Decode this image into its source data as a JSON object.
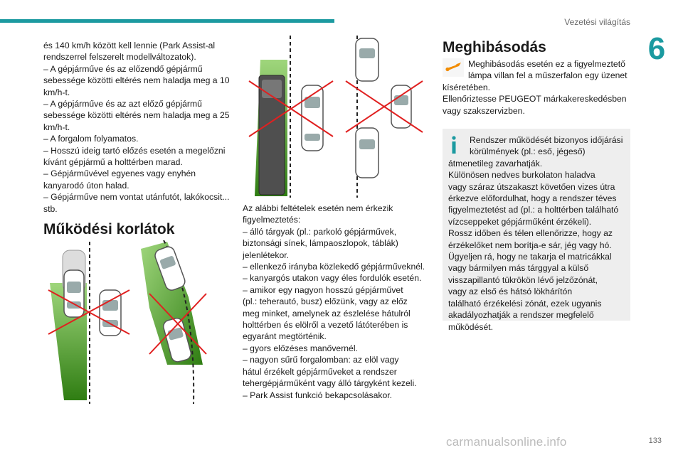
{
  "header": {
    "title": "Vezetési világítás",
    "chapter": "6"
  },
  "left": {
    "lines": [
      "és 140 km/h között kell lennie (Park Assist-al",
      "rendszerrel felszerelt modellváltozatok).",
      "– A gépjárműve és az előzendő gépjármű",
      "sebessége közötti eltérés nem haladja meg a 10",
      "km/h-t.",
      "– A gépjárműve és az azt előző gépjármű",
      "sebessége közötti eltérés nem haladja meg a 25",
      "km/h-t.",
      "– A forgalom folyamatos.",
      "– Hosszú ideig tartó előzés esetén a megelőzni",
      "kívánt gépjármű a holttérben marad.",
      "– Gépjárművével egyenes vagy enyhén",
      "kanyarodó úton halad.",
      "– Gépjárműve nem vontat utánfutót, lakókocsit...",
      "stb."
    ],
    "heading": "Működési korlátok"
  },
  "middle": {
    "lines": [
      "Az alábbi feltételek esetén nem érkezik",
      "figyelmeztetés:",
      "– álló tárgyak (pl.: parkoló gépjárművek,",
      "biztonsági sínek, lámpaoszlopok, táblák)",
      "jelenlétekor.",
      "– ellenkező irányba közlekedő gépjárműveknél.",
      "– kanyargós utakon vagy éles fordulók esetén.",
      "– amikor egy nagyon hosszú gépjárművet",
      "(pl.: teherautó, busz) előzünk, vagy az előz",
      "meg minket, amelynek az észlelése hátulról",
      "holttérben és elölről a vezető látóterében is",
      "egyaránt megtörténik.",
      "– gyors előzéses manővernél.",
      "– nagyon sűrű forgalomban: az elöl vagy",
      "hátul érzékelt gépjárműveket a rendszer",
      "tehergépjárműként vagy álló tárgyként kezeli.",
      "– Park Assist funkció bekapcsolásakor."
    ]
  },
  "right": {
    "heading": "Meghibásodás",
    "fault_lines": [
      "Meghibásodás esetén ez a figyelmeztető",
      "lámpa villan fel a műszerfalon egy üzenet",
      "kíséretében.",
      "Ellenőriztesse PEUGEOT márkakereskedésben",
      "vagy szakszervizben."
    ],
    "note_lines": [
      "Rendszer működését bizonyos időjárási",
      "körülmények (pl.: eső, jégeső)",
      "átmenetileg zavarhatják.",
      "Különösen nedves burkolaton haladva",
      "vagy száraz útszakaszt követően vizes útra",
      "érkezve előfordulhat, hogy a rendszer téves",
      "figyelmeztetést ad (pl.: a holttérben található",
      "vízcseppeket gépjárműként érzékeli).",
      "Rossz időben és télen ellenőrizze, hogy az",
      "érzékelőket nem borítja-e sár, jég vagy hó.",
      "Ügyeljen rá, hogy ne takarja el matricákkal",
      "vagy bármilyen más tárggyal a külső",
      "visszapillantó tükrökön lévő jelzőzónát,",
      "vagy az első és hátsó lökhárítón",
      "található érzékelési zónát, ezek ugyanis",
      "akadályozhatják a rendszer megfelelő",
      "működését."
    ]
  },
  "footer": {
    "page": "133",
    "watermark": "carmanualsonline.info"
  },
  "colors": {
    "accent": "#1b9aa0",
    "zone_green": "#4fae2a",
    "cross_red": "#e02020",
    "warning_orange": "#f28c00"
  },
  "icons": {
    "warning_lamp": "wrench-warning-icon",
    "info": "info-icon"
  }
}
